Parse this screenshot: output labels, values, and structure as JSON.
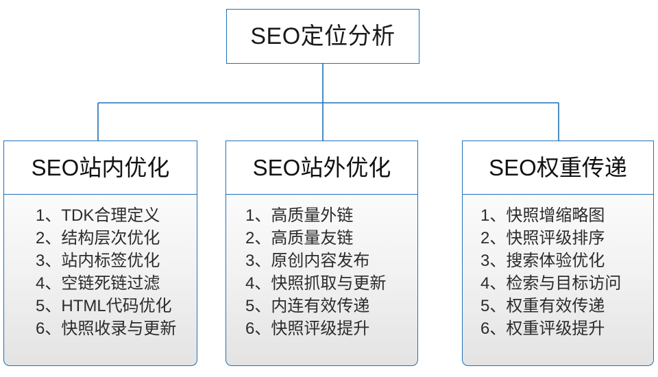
{
  "diagram": {
    "type": "tree",
    "root": {
      "label": "SEO定位分析"
    },
    "branches": [
      {
        "header": "SEO站内优化",
        "items": [
          "1、TDK合理定义",
          "2、结构层次优化",
          "3、站内标签优化",
          "4、空链死链过滤",
          "5、HTML代码优化",
          "6、快照收录与更新"
        ]
      },
      {
        "header": "SEO站外优化",
        "items": [
          "1、高质量外链",
          "2、高质量友链",
          "3、原创内容发布",
          "4、快照抓取与更新",
          "5、内连有效传递",
          "6、快照评级提升"
        ]
      },
      {
        "header": "SEO权重传递",
        "items": [
          "1、快照增缩略图",
          "2、快照评级排序",
          "3、搜索体验优化",
          "4、检索与目标访问",
          "5、权重有效传递",
          "6、权重评级提升"
        ]
      }
    ]
  },
  "colors": {
    "border": "#1F6FB5",
    "connector": "#1F6FB5",
    "root_fill": "#FFFFFF",
    "header_fill": "#FFFFFF",
    "body_fill_top": "#FBFBFB",
    "body_fill_bottom": "#E3E3E3",
    "text": "#1A1A1A",
    "canvas": "#FFFFFF"
  }
}
